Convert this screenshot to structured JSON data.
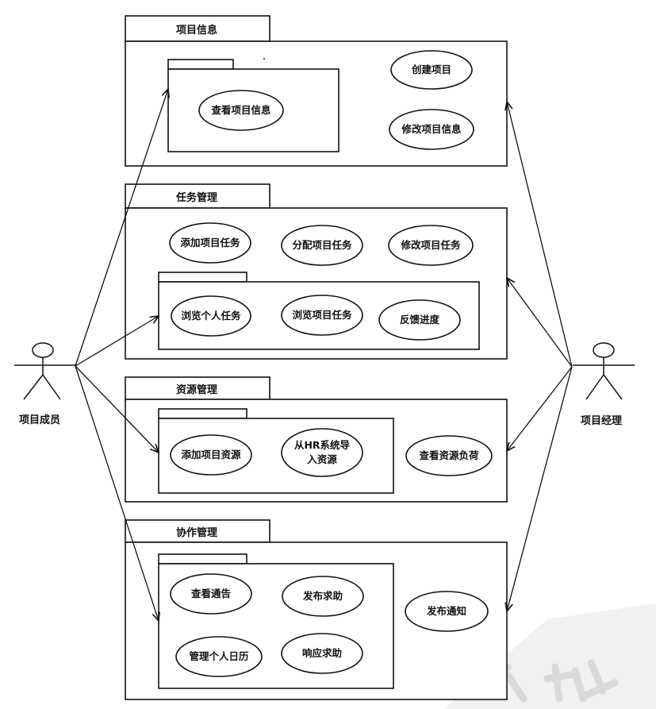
{
  "actors": {
    "member": "项目成员",
    "manager": "项目经理"
  },
  "packages": {
    "project_info": {
      "title": "项目信息",
      "inner": [
        "查看项目信息"
      ],
      "outer": [
        "创建项目",
        "修改项目信息"
      ]
    },
    "task_management": {
      "title": "任务管理",
      "outer": [
        "添加项目任务",
        "分配项目任务",
        "修改项目任务"
      ],
      "inner": [
        "浏览个人任务",
        "浏览项目任务",
        "反馈进度"
      ]
    },
    "resource_management": {
      "title": "资源管理",
      "inner": [
        "添加项目资源",
        "从HR系统导",
        "入资源"
      ],
      "outer": [
        "查看资源负荷"
      ]
    },
    "collaboration_management": {
      "title": "协作管理",
      "inner": [
        "查看通告",
        "发布求助",
        "管理个人日历",
        "响应求助"
      ],
      "outer": [
        "发布通知"
      ]
    }
  }
}
